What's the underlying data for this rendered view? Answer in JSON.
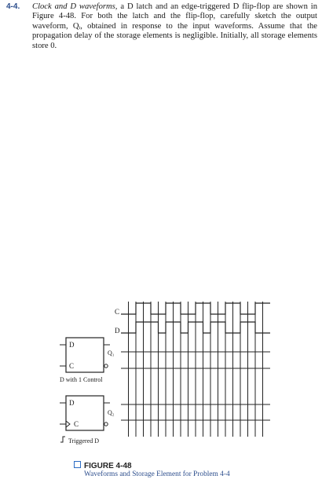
{
  "problem": {
    "number": "4-4.",
    "clause_italic": "Clock and D waveforms,",
    "body": "a D latch and an edge-triggered D flip-flop are shown in Figure 4-48. For both the latch and the flip-flop, carefully sketch the output waveform, Qᵢ, obtained in response to the input waveforms. Assume that the propagation delay of the storage elements is negligible. Initially, all storage elements store 0."
  },
  "figure": {
    "clock_label": "C",
    "data_label": "D",
    "latch": {
      "input_d": "D",
      "input_c": "C",
      "output_q": "Q₁",
      "caption": "D with 1 Control"
    },
    "flipflop": {
      "input_d": "D",
      "input_c": "C",
      "output_q": "Q₂",
      "caption": "Triggered D"
    },
    "waveforms": {
      "clock_levels": [
        0,
        0,
        1,
        1,
        0,
        0,
        1,
        1,
        0,
        0,
        1,
        1,
        0,
        0,
        1,
        1,
        0,
        0,
        1,
        1
      ],
      "data_levels": [
        0,
        0,
        1,
        1,
        1,
        0,
        1,
        1,
        0,
        1,
        1,
        0,
        1,
        1,
        0,
        0,
        1,
        1,
        0,
        0
      ]
    }
  },
  "caption": {
    "title": "FIGURE 4-48",
    "subtitle": "Waveforms and Storage Element for Problem 4-4"
  }
}
